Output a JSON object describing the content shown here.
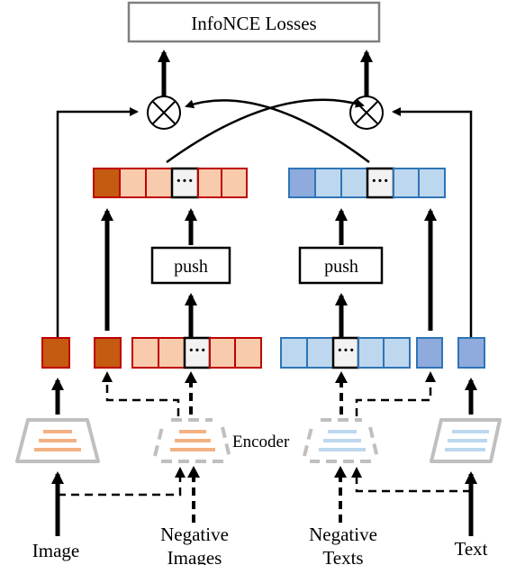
{
  "header": {
    "loss_label": "InfoNCE  Losses"
  },
  "ops": {
    "push_left": "push",
    "push_right": "push"
  },
  "encoder": {
    "label": "Encoder"
  },
  "inputs": {
    "image": "Image",
    "negative_images": "Negative Images",
    "negative_texts": "Negative Texts",
    "text": "Text"
  },
  "queue": {
    "ellipsis": "···"
  },
  "colors": {
    "image_dark": "#c55a11",
    "image_light": "#f8cbad",
    "image_border": "#c00000",
    "text_dark": "#8faadc",
    "text_light": "#bdd7ee",
    "text_border": "#2e75b6",
    "ellipsis_cell": "#f2f2f2",
    "encoder_image_lines": "#f4b183",
    "encoder_text_lines": "#bdd7ee",
    "encoder_frame": "#bfbfbf",
    "loss_box_border": "#808080"
  }
}
